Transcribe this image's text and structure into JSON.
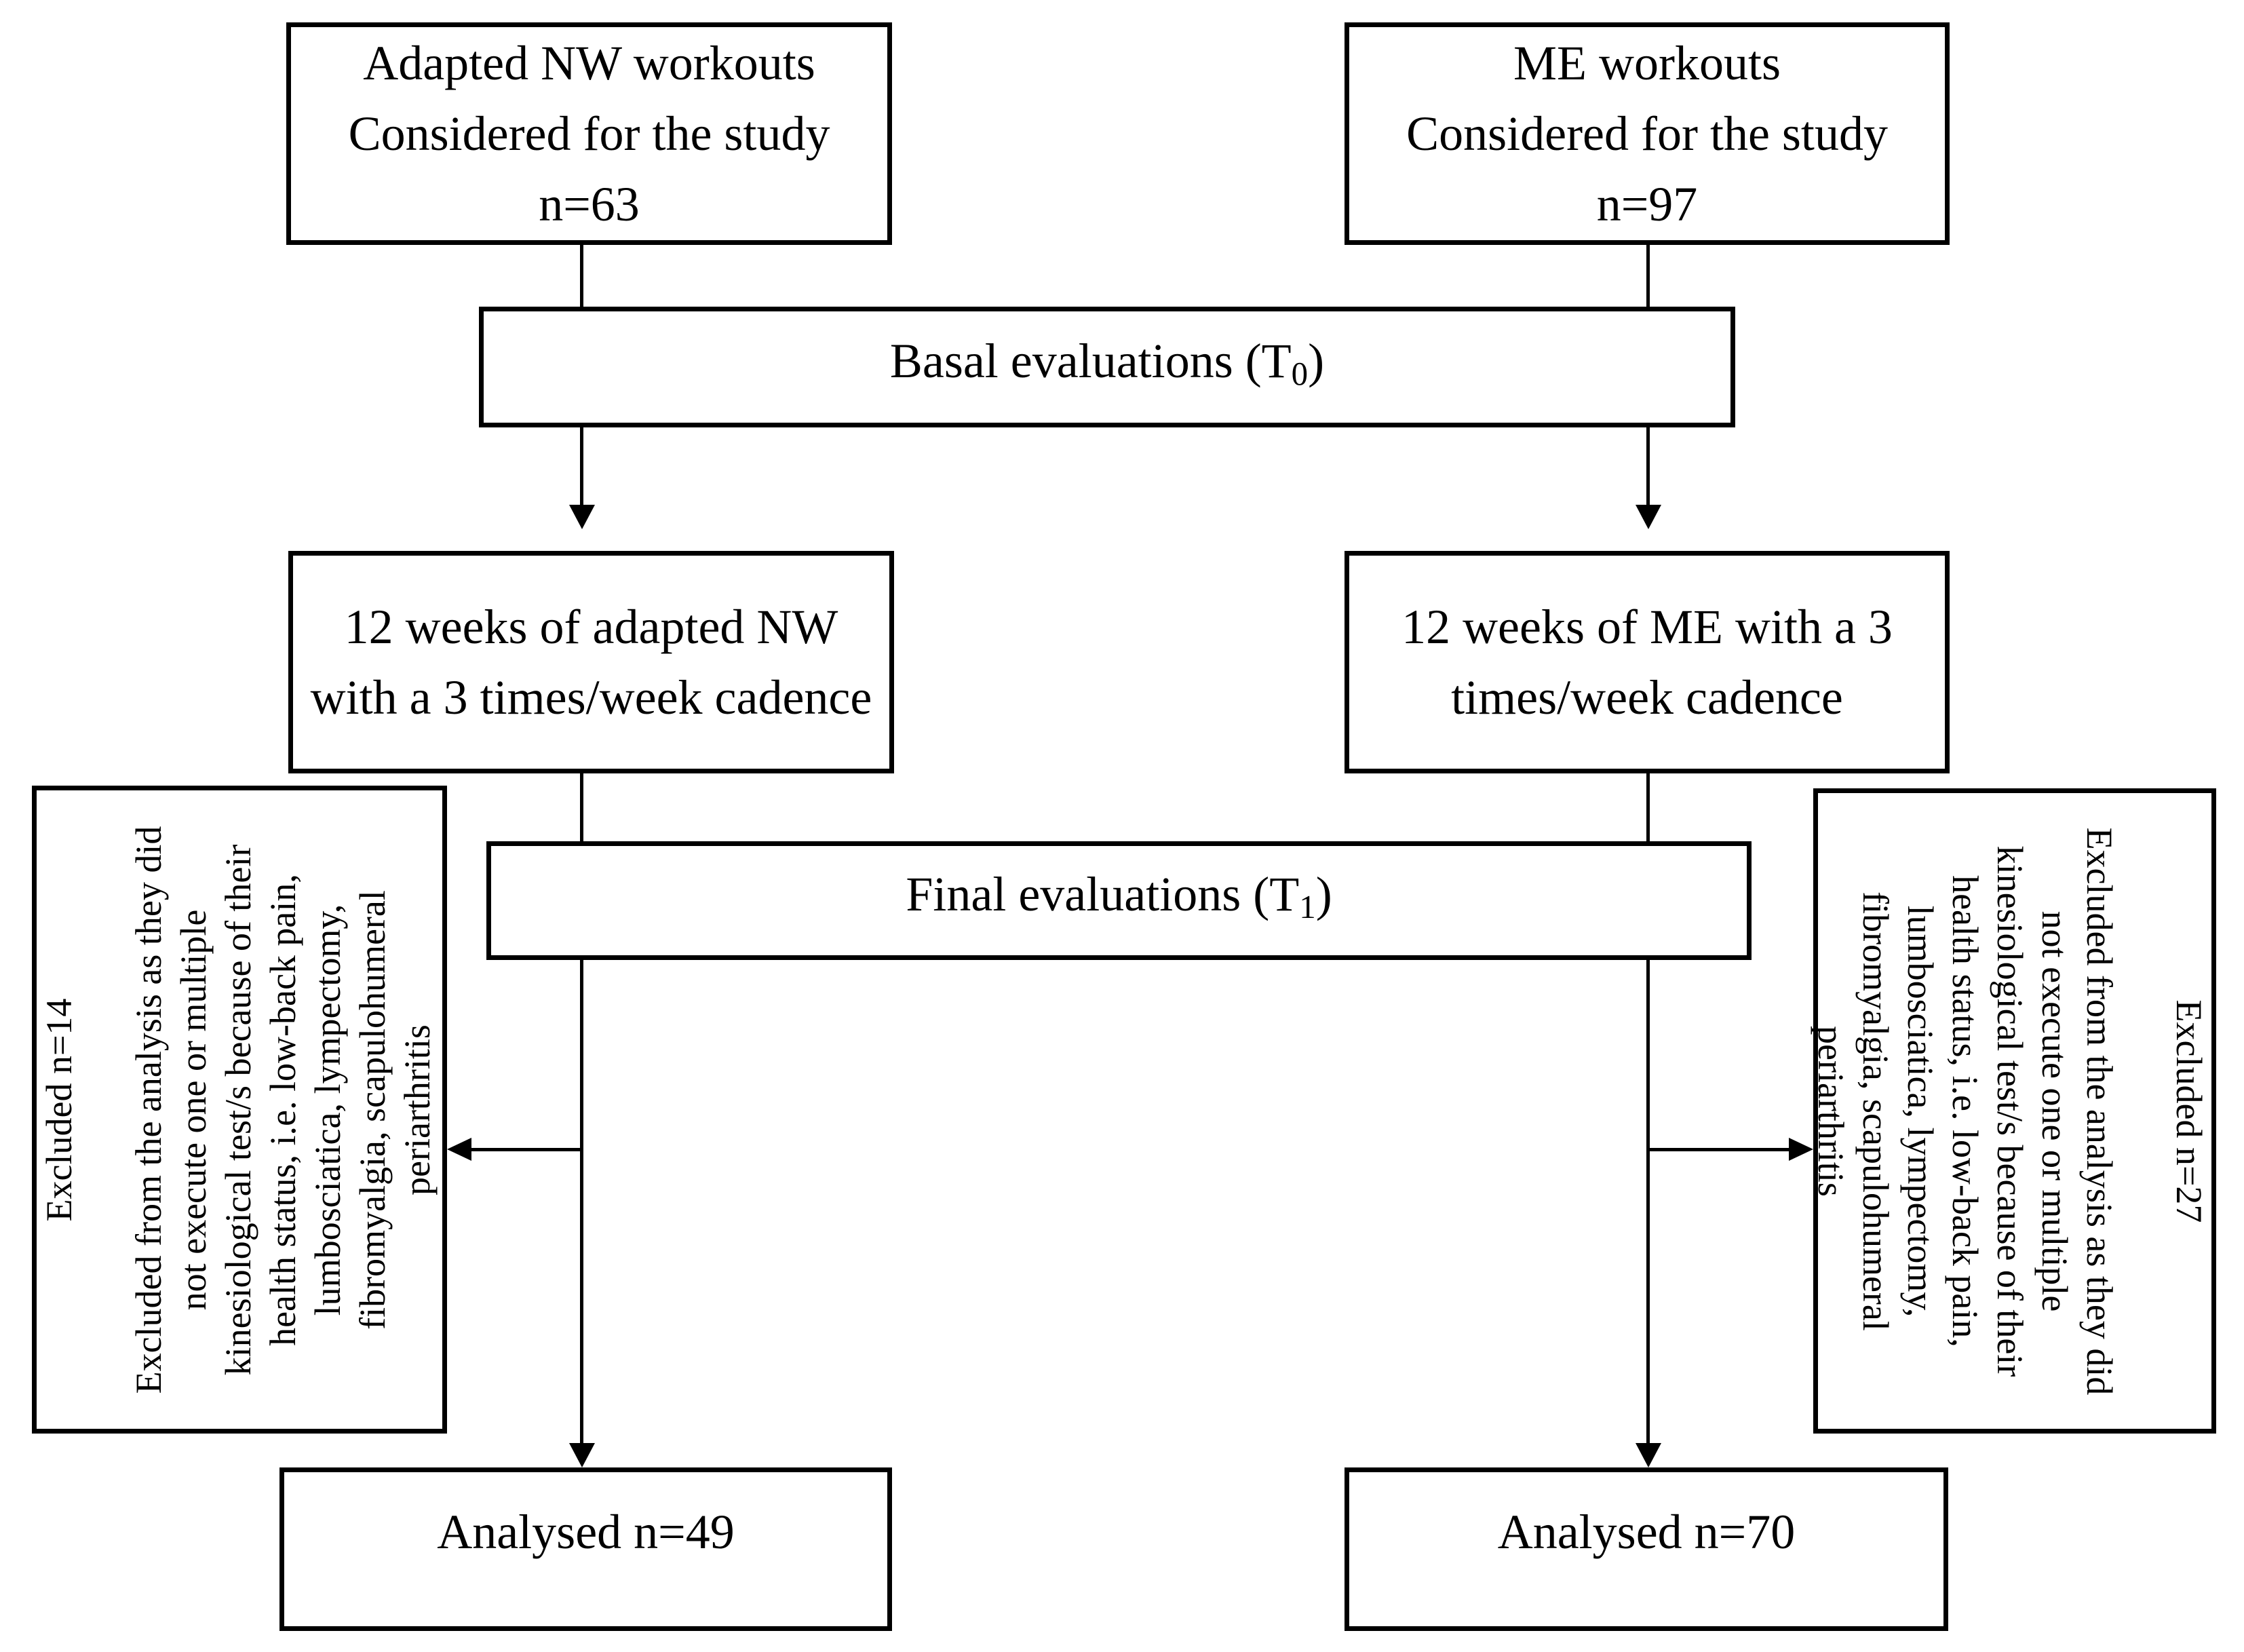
{
  "colors": {
    "ink": "#000000",
    "paper": "#ffffff"
  },
  "boxes": {
    "nw_considered": {
      "lines": [
        "Adapted NW workouts",
        "Considered for the study",
        "n=63"
      ]
    },
    "me_considered": {
      "lines": [
        "ME workouts",
        "Considered for the study",
        "n=97"
      ]
    },
    "basal": {
      "prefix": "Basal evaluations (T",
      "sub": "0",
      "suffix": ")"
    },
    "nw_intervention": {
      "lines": [
        "12 weeks of adapted NW",
        "with a 3 times/week cadence"
      ]
    },
    "me_intervention": {
      "lines": [
        "12 weeks of ME with a 3",
        "times/week cadence"
      ]
    },
    "final": {
      "prefix": "Final evaluations (T",
      "sub": "1",
      "suffix": ")"
    },
    "excluded_left": {
      "title": "Excluded n=14",
      "body_lines": [
        "Excluded from the analysis as they did",
        "not execute one or multiple",
        "kinesiological test/s because of their",
        "health status, i.e. low-back pain,",
        "lumbosciatica, lympectomy,",
        "fibromyalgia, scapulohumeral",
        "periarthritis"
      ]
    },
    "excluded_right": {
      "title": "Excluded n=27",
      "body_lines": [
        "Excluded from the analysis as they did",
        "not execute one or multiple",
        "kinesiological test/s because of their",
        "health status, i.e. low-back pain,",
        "lumbosciatica, lympectomy,",
        "fibromyalgia, scapulohumeral",
        "periarthritis"
      ]
    },
    "analysed_left": {
      "label": "Analysed n=49"
    },
    "analysed_right": {
      "label": "Analysed n=70"
    }
  }
}
